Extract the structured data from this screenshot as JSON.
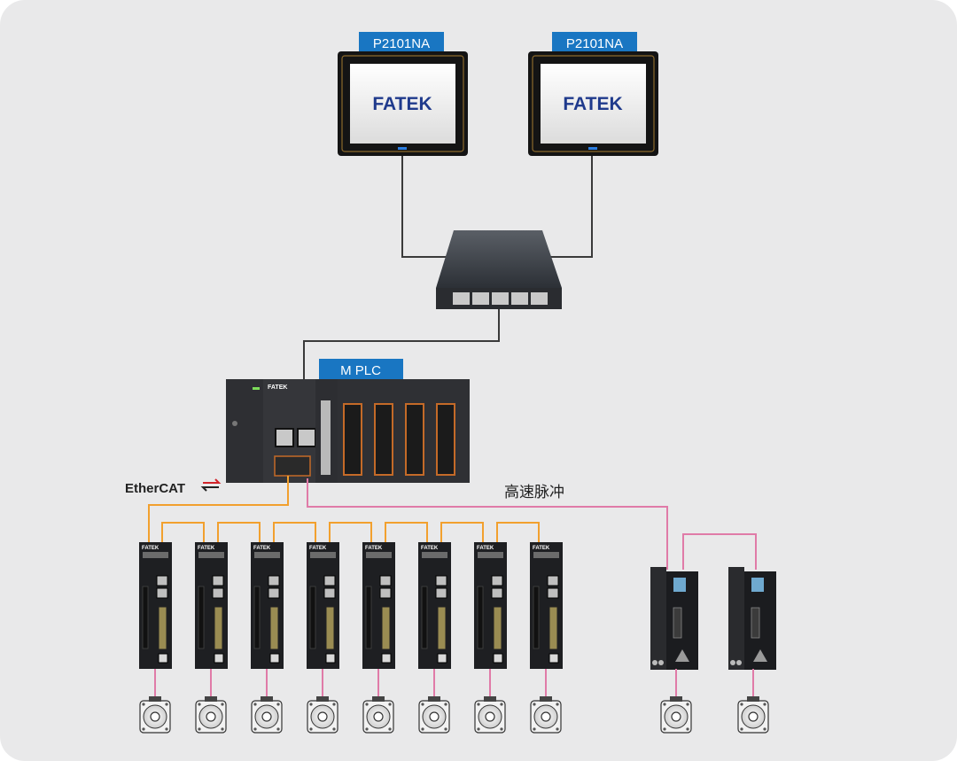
{
  "monitors": [
    {
      "label": "P2101NA",
      "screen_text": "FATEK"
    },
    {
      "label": "P2101NA",
      "screen_text": "FATEK"
    }
  ],
  "plc": {
    "label": "M PLC",
    "brand": "FATEK"
  },
  "ethercat": {
    "label": "EtherCAT"
  },
  "pulse": {
    "label": "高速脉冲"
  },
  "servo": {
    "brand": "FATEK"
  },
  "colors": {
    "label_blue": "#1976c2",
    "ethercat_line": "#f2a02e",
    "pulse_line": "#e07ba8",
    "network_line": "#3a3a3a",
    "background": "#e9e9ea",
    "fatek_blue": "#1f3a8c"
  },
  "counts": {
    "servo_drives": 8,
    "stepper_drives": 2
  }
}
